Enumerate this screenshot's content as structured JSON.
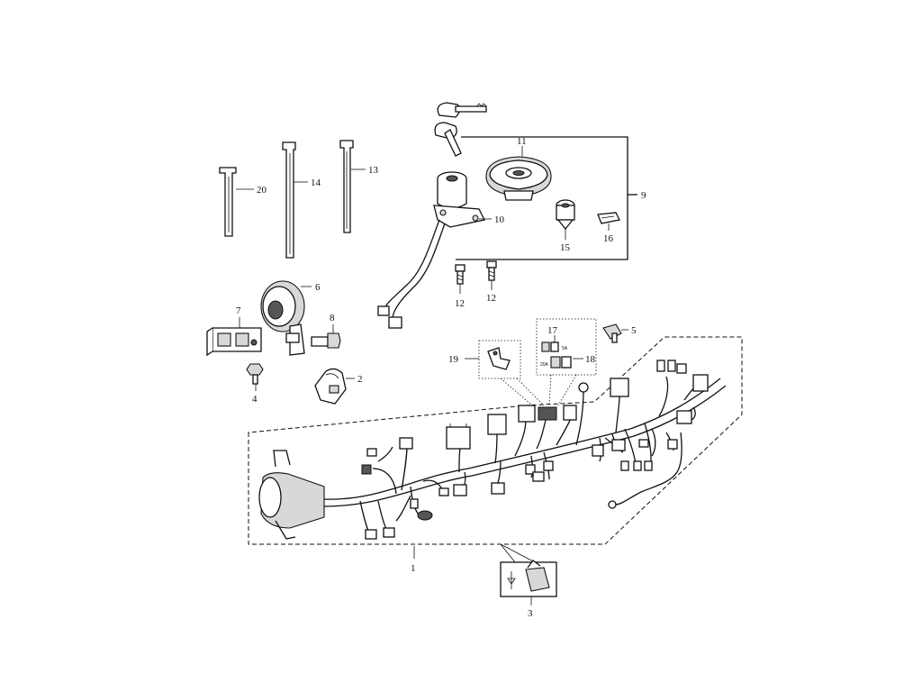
{
  "callouts": {
    "c1": "1",
    "c2": "2",
    "c3": "3",
    "c4": "4",
    "c5": "5",
    "c6": "6",
    "c7": "7",
    "c8": "8",
    "c9": "9",
    "c10": "10",
    "c11": "11",
    "c12a": "12",
    "c12b": "12",
    "c13": "13",
    "c14": "14",
    "c15": "15",
    "c16": "16",
    "c17": "17",
    "c18": "18",
    "c19": "19",
    "c20": "20"
  },
  "fuse_labels": {
    "fuse_small": "5A",
    "fuse_large": "20A"
  }
}
